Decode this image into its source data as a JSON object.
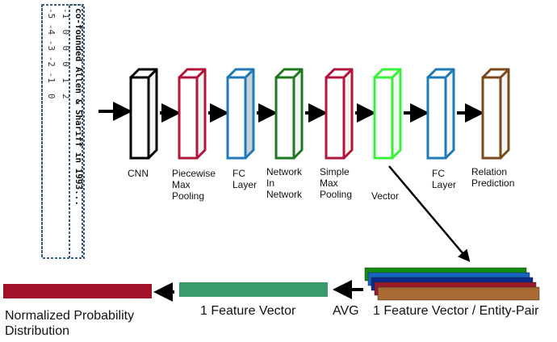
{
  "input": {
    "sentence": "co-founded Allen & Shariff in 1993...",
    "position_rows": [
      "-1  0  0  0  1  2",
      "-5 -4 -3 -2 -1  0"
    ]
  },
  "stages": [
    {
      "label_lines": [
        "CNN"
      ],
      "color": "#000000",
      "fill": "#ffffff"
    },
    {
      "label_lines": [
        "Piecewise",
        "Max",
        "Pooling"
      ],
      "color": "#b2153a",
      "fill": "#ffffff"
    },
    {
      "label_lines": [
        "FC",
        "Layer"
      ],
      "color": "#1f7ab8",
      "fill": "#c9d1d6"
    },
    {
      "label_lines": [
        "Network",
        "In",
        "Network"
      ],
      "color": "#1e7a1e",
      "fill": "#ffffff"
    },
    {
      "label_lines": [
        "Simple",
        "Max",
        "Pooling"
      ],
      "color": "#b2153a",
      "fill": "#ffffff"
    },
    {
      "label_lines": [
        "Vector"
      ],
      "color": "#3af23a",
      "fill": "#ffffff"
    },
    {
      "label_lines": [
        "FC",
        "Layer"
      ],
      "color": "#1f7ab8",
      "fill": "#ffffff"
    },
    {
      "label_lines": [
        "Relation",
        "Prediction"
      ],
      "color": "#7a4a1a",
      "fill": "#ffffff"
    }
  ],
  "bottom": {
    "stack_label": "1 Feature Vector / Entity-Pair",
    "avg_label": "AVG",
    "feature_label": "1 Feature Vector",
    "output_label_line1": "Normalized Probability",
    "output_label_line2": "Distribution",
    "stack_colors": [
      "#128c12",
      "#1565c0",
      "#0a2a8a",
      "#9b1b2a",
      "#a86a32"
    ],
    "feature_color": "#3a9a6a",
    "output_color": "#a3102a"
  }
}
